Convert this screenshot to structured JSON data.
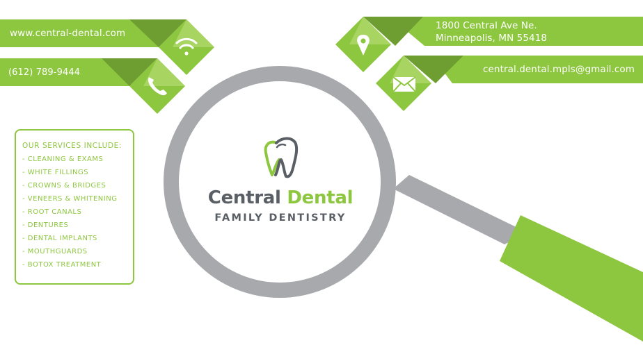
{
  "contact": {
    "website": "www.central-dental.com",
    "phone": "(612) 789-9444",
    "address_line1": "1800 Central Ave Ne.",
    "address_line2": "Minneapolis, MN 55418",
    "email": "central.dental.mpls@gmail.com"
  },
  "brand": {
    "name_part1": "Central ",
    "name_part2": "Dental",
    "subtitle": "FAMILY DENTISTRY"
  },
  "services": {
    "title": "OUR SERVICES INCLUDE:",
    "items": [
      "- CLEANING & EXAMS",
      "- WHITE FILLINGS",
      "- CROWNS & BRIDGES",
      "- VENEERS & WHITENING",
      "- ROOT CANALS",
      "- DENTURES",
      "- DENTAL IMPLANTS",
      "- MOUTHGUARDS",
      "- BOTOX TREATMENT"
    ]
  },
  "colors": {
    "brand_green": "#8dc63f",
    "light_green": "#a8d461",
    "dark_green": "#6e9e32",
    "gray": "#a7a9ac",
    "text_gray": "#5a5f66"
  },
  "icons": [
    "wifi-icon",
    "phone-icon",
    "location-pin-icon",
    "envelope-icon",
    "tooth-icon",
    "magnifier-icon"
  ]
}
